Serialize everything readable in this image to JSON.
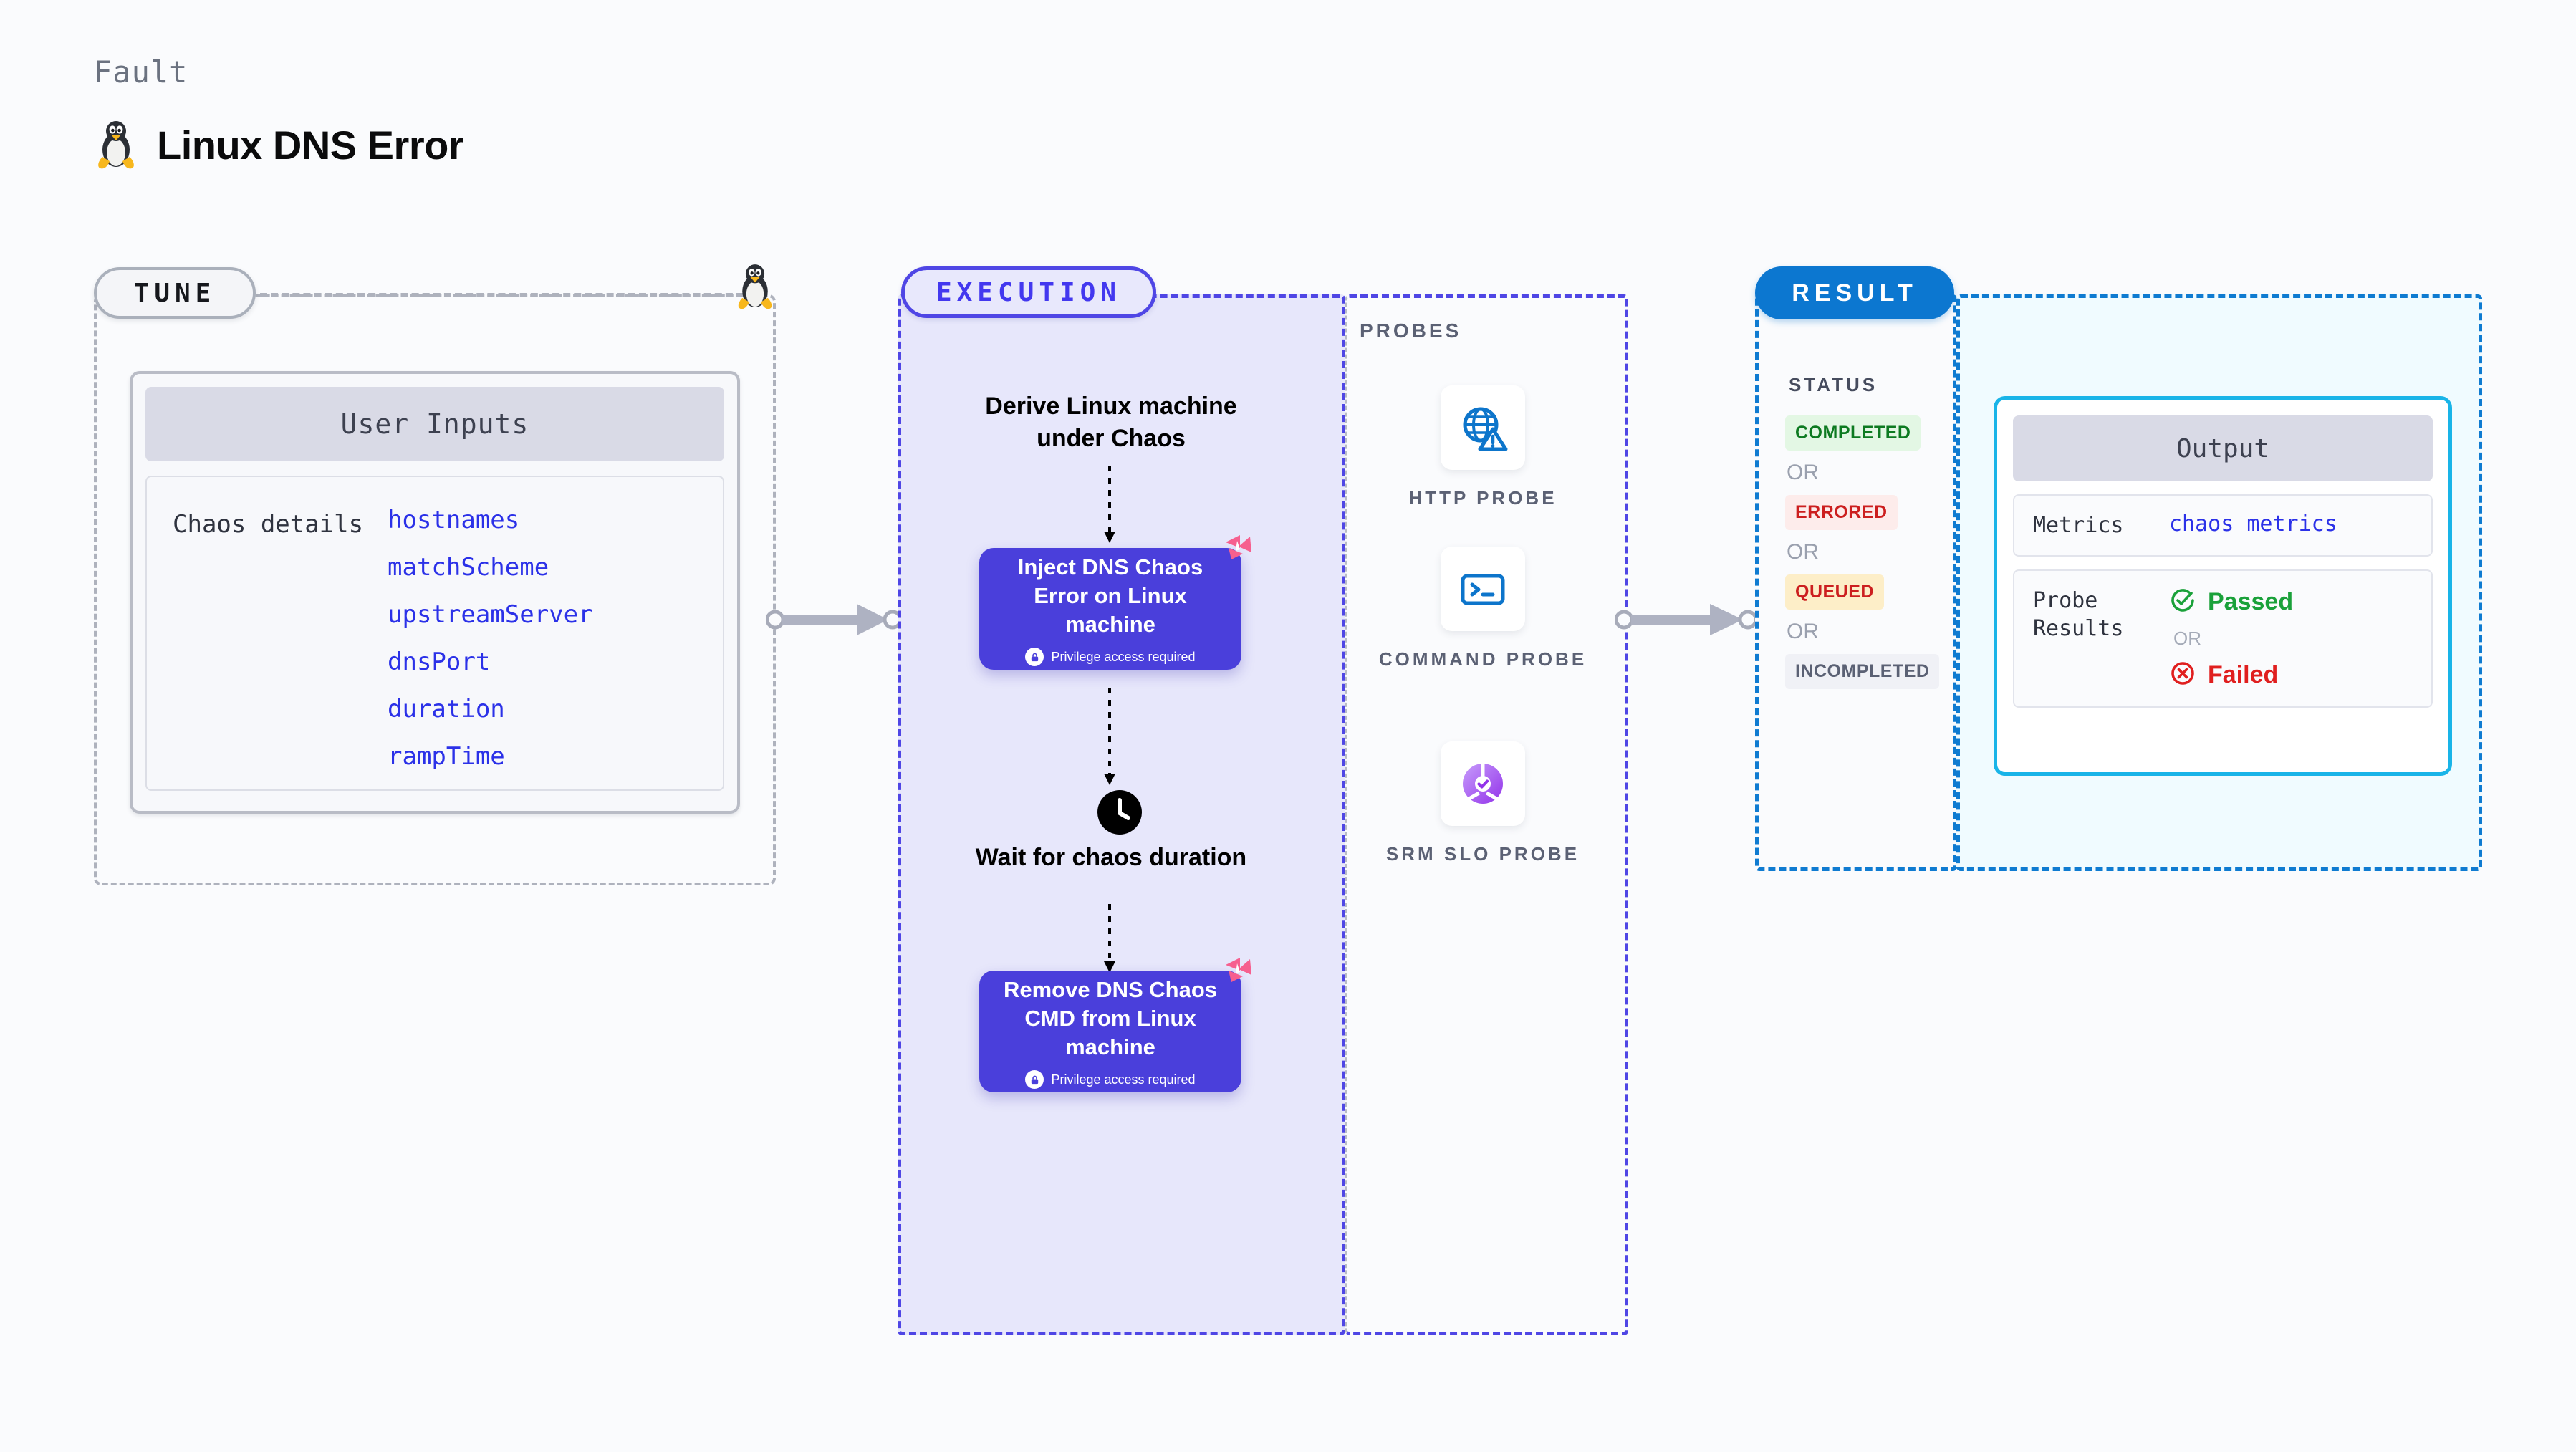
{
  "header": {
    "kind_label": "Fault",
    "title": "Linux DNS Error",
    "icon": "linux-penguin-icon"
  },
  "tune": {
    "badge": "TUNE",
    "icon": "linux-penguin-icon",
    "card_title": "User Inputs",
    "section_label": "Chaos details",
    "params": [
      "hostnames",
      "matchScheme",
      "upstreamServer",
      "dnsPort",
      "duration",
      "rampTime"
    ]
  },
  "execution": {
    "badge": "EXECUTION",
    "steps": [
      {
        "type": "text",
        "label": "Derive Linux machine under Chaos"
      },
      {
        "type": "chaos",
        "label": "Inject DNS Chaos Error on Linux machine",
        "privilege": "Privilege access required",
        "badge_icon": "harness-logo-icon"
      },
      {
        "type": "wait",
        "label": "Wait for chaos duration",
        "icon": "clock-icon"
      },
      {
        "type": "chaos",
        "label": "Remove DNS Chaos CMD from Linux machine",
        "privilege": "Privilege access required",
        "badge_icon": "harness-logo-icon"
      }
    ]
  },
  "probes": {
    "title": "PROBES",
    "items": [
      {
        "label": "HTTP PROBE",
        "icon": "globe-warning-icon"
      },
      {
        "label": "COMMAND PROBE",
        "icon": "terminal-icon"
      },
      {
        "label": "SRM SLO PROBE",
        "icon": "slo-check-icon"
      }
    ]
  },
  "result": {
    "badge": "RESULT",
    "status_title": "STATUS",
    "or_label": "OR",
    "statuses": [
      {
        "label": "COMPLETED",
        "color": "#0d7a21",
        "bg": "#e3f7e4"
      },
      {
        "label": "ERRORED",
        "color": "#cc1f1f",
        "bg": "#fdeceb"
      },
      {
        "label": "QUEUED",
        "color": "#cc1f1f",
        "bg": "#fdeec8"
      },
      {
        "label": "INCOMPLETED",
        "color": "#5b6174",
        "bg": "#f0f1f6"
      }
    ]
  },
  "output": {
    "title": "Output",
    "metrics_key": "Metrics",
    "metrics_value": "chaos metrics",
    "probe_results_key": "Probe Results",
    "passed_label": "Passed",
    "or_label": "OR",
    "failed_label": "Failed",
    "passed_icon": "check-circle-icon",
    "failed_icon": "x-circle-icon"
  },
  "colors": {
    "accent_indigo": "#4f46e5",
    "chaos_box": "#4a3fdb",
    "result_blue": "#0c77d0",
    "output_cyan": "#19b4e8",
    "harness_pink": "#f6608f",
    "param_blue": "#2b31e8"
  }
}
